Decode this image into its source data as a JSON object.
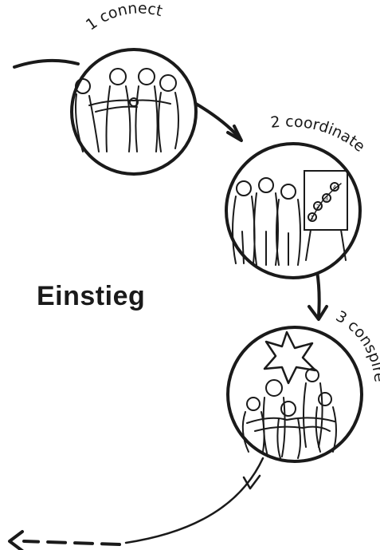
{
  "title": "Einstieg",
  "steps": [
    {
      "label": "1 connect"
    },
    {
      "label": "2 coordinate"
    },
    {
      "label": "3 conspire"
    }
  ],
  "flipchart": {
    "numbers": [
      "1",
      "2",
      "3",
      "4"
    ]
  },
  "colors": {
    "ink": "#1a1a1a",
    "paper": "#ffffff"
  }
}
